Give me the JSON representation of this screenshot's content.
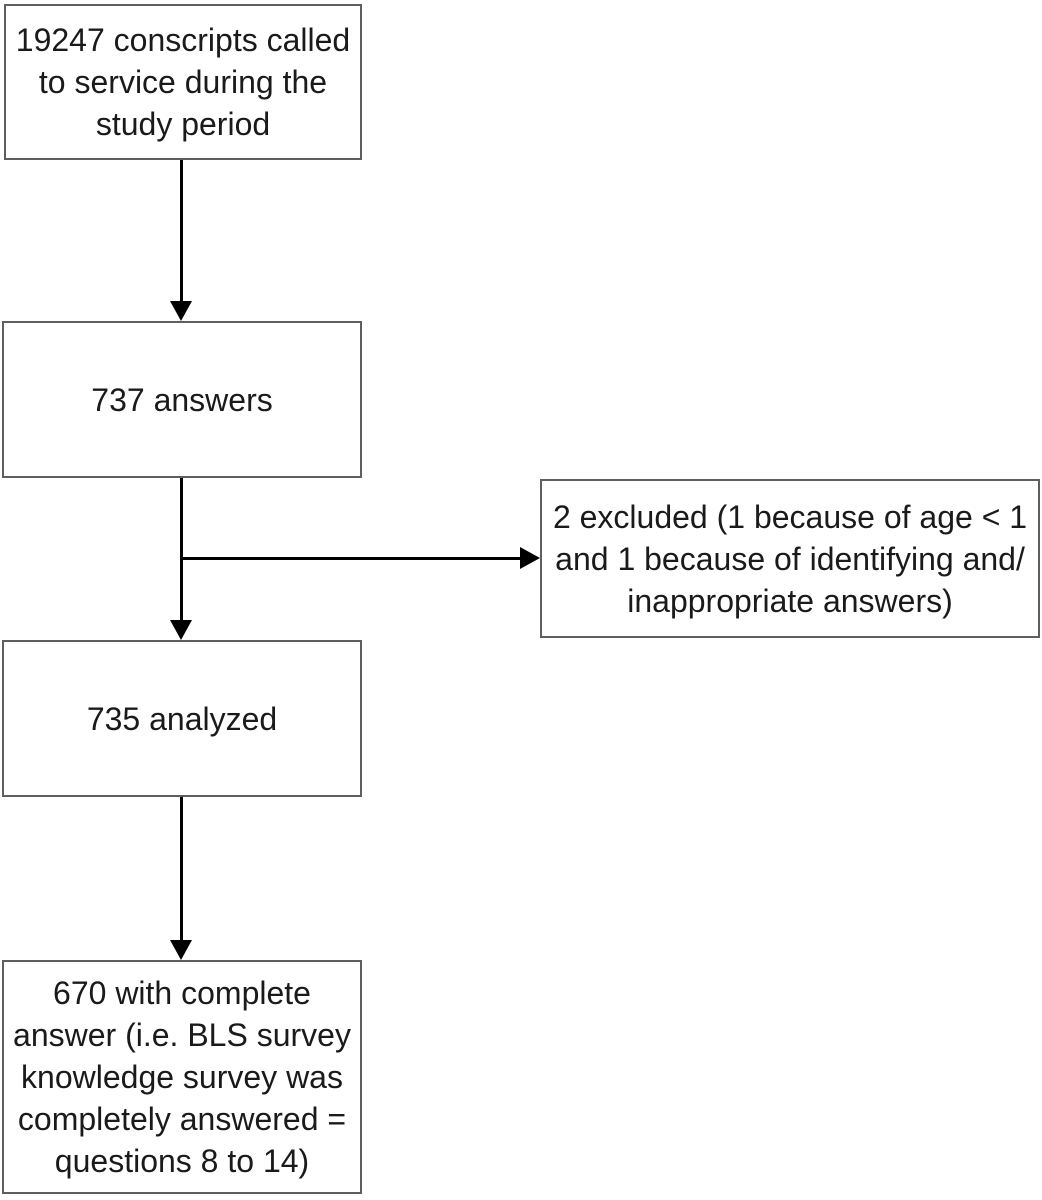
{
  "colors": {
    "page_bg": "#ffffff",
    "box_fill": "#ffffff",
    "box_border": "#5f5f5f",
    "text": "#1a1a1a",
    "arrow": "#000000"
  },
  "flowchart": {
    "boxes": {
      "conscripts": {
        "text": "19247 conscripts called\nto service during the\nstudy period"
      },
      "answers": {
        "text": "737 answers"
      },
      "excluded": {
        "text": "2 excluded (1 because of age < 1\nand 1 because of identifying and/\ninappropriate answers)"
      },
      "analyzed": {
        "text": "735 analyzed"
      },
      "complete": {
        "text": "670 with complete\nanswer (i.e. BLS survey\nknowledge survey was\ncompletely answered =\nquestions 8 to 14)"
      }
    }
  }
}
